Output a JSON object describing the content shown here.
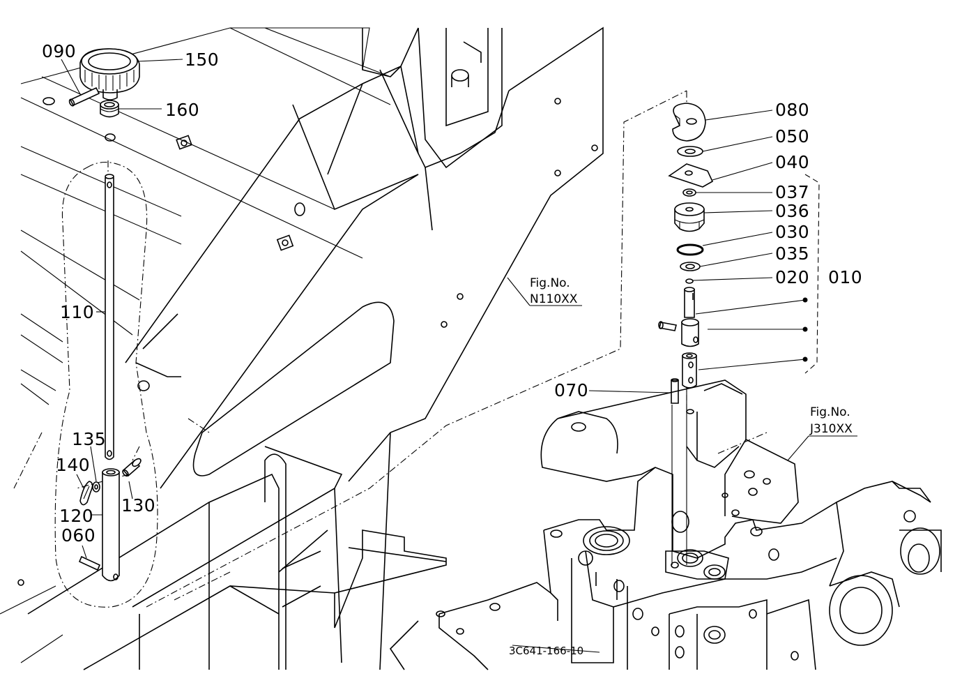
{
  "diagram": {
    "parts_left": {
      "p090": "090",
      "p150": "150",
      "p160": "160",
      "p110": "110",
      "p135": "135",
      "p140": "140",
      "p130": "130",
      "p120": "120",
      "p060": "060"
    },
    "parts_right": {
      "p080": "080",
      "p050": "050",
      "p040": "040",
      "p037": "037",
      "p036": "036",
      "p030": "030",
      "p035": "035",
      "p020": "020",
      "p010": "010",
      "p070": "070"
    },
    "figure_refs": {
      "ref1_line1": "Fig.No.",
      "ref1_line2": "N110XX",
      "ref2_line1": "Fig.No.",
      "ref2_line2": "J310XX"
    },
    "drawing_code": "3C641-166-10"
  }
}
